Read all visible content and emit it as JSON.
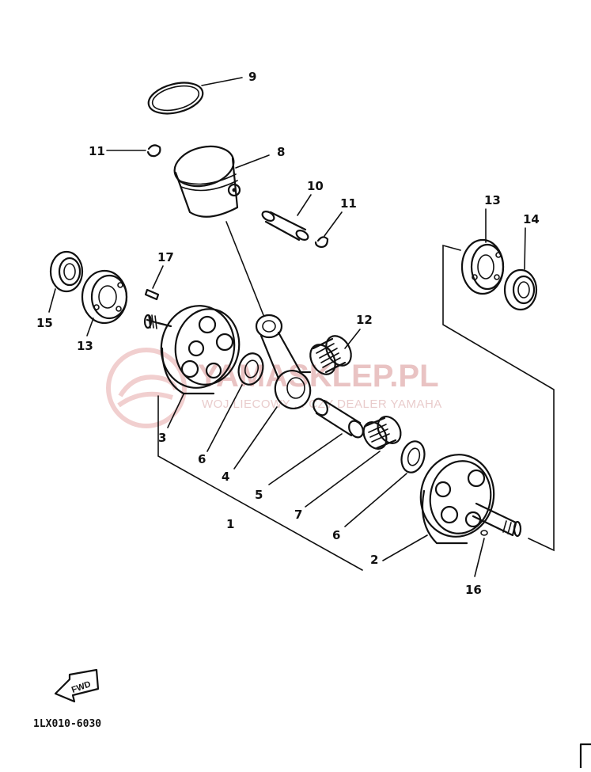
{
  "diagram": {
    "callouts": [
      {
        "id": "c9",
        "label": "9"
      },
      {
        "id": "c11a",
        "label": "11"
      },
      {
        "id": "c8",
        "label": "8"
      },
      {
        "id": "c10",
        "label": "10"
      },
      {
        "id": "c11b",
        "label": "11"
      },
      {
        "id": "c13a",
        "label": "13"
      },
      {
        "id": "c14",
        "label": "14"
      },
      {
        "id": "c17",
        "label": "17"
      },
      {
        "id": "c15",
        "label": "15"
      },
      {
        "id": "c13b",
        "label": "13"
      },
      {
        "id": "c12",
        "label": "12"
      },
      {
        "id": "c3",
        "label": "3"
      },
      {
        "id": "c6a",
        "label": "6"
      },
      {
        "id": "c4",
        "label": "4"
      },
      {
        "id": "c5",
        "label": "5"
      },
      {
        "id": "c1",
        "label": "1"
      },
      {
        "id": "c7",
        "label": "7"
      },
      {
        "id": "c6b",
        "label": "6"
      },
      {
        "id": "c2",
        "label": "2"
      },
      {
        "id": "c16",
        "label": "16"
      }
    ],
    "watermark": {
      "title": "YAMASKLEP.PL",
      "subtitle": "WOJ.LIECOWY ... CZY DEALER YAMAHA",
      "color": "#e9c3c3"
    },
    "fwd_label": "FWD",
    "diagram_code": "1LX010-6030"
  }
}
